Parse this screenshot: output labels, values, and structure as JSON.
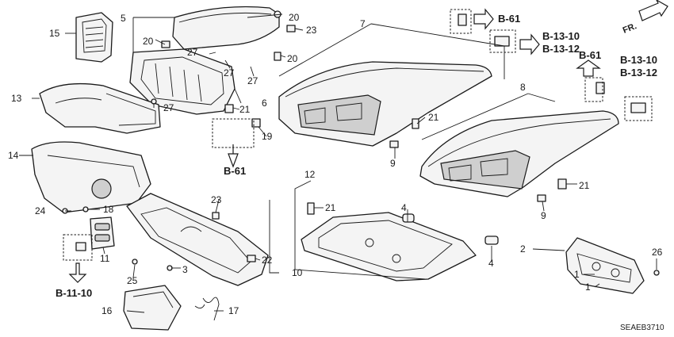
{
  "diagram": {
    "drawing_code": "SEAEB3710",
    "direction_label": "FR.",
    "callouts": [
      "1",
      "1",
      "2",
      "3",
      "4",
      "4",
      "5",
      "6",
      "7",
      "8",
      "9",
      "9",
      "10",
      "11",
      "12",
      "13",
      "14",
      "15",
      "16",
      "17",
      "18",
      "19",
      "20",
      "20",
      "20",
      "21",
      "21",
      "21",
      "21",
      "22",
      "23",
      "23",
      "24",
      "25",
      "26",
      "27",
      "27",
      "27",
      "27"
    ],
    "references": [
      "B-61",
      "B-13-10",
      "B-13-12",
      "B-61",
      "B-13-10",
      "B-13-12",
      "B-61",
      "B-11-10"
    ]
  }
}
